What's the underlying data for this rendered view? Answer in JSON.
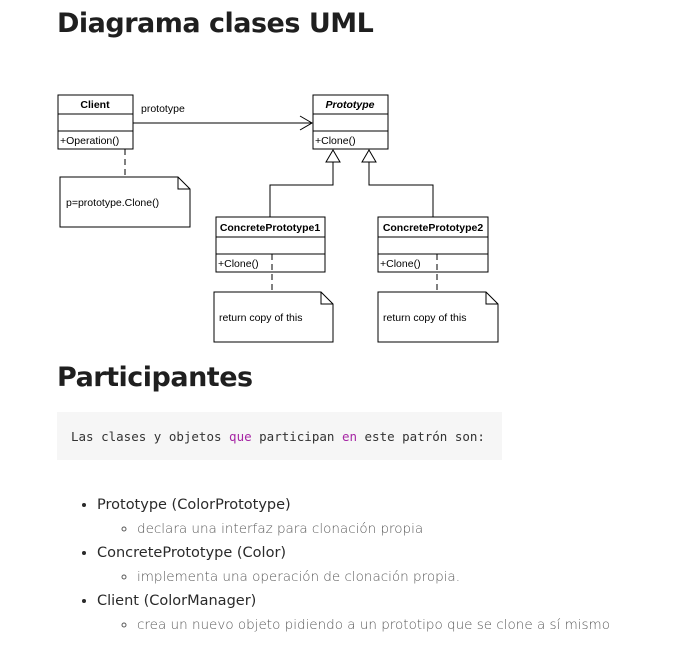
{
  "headings": {
    "diagram_title": "Diagrama clases UML",
    "participants_title": "Participantes"
  },
  "diagram": {
    "client": {
      "name": "Client",
      "method": "+Operation()"
    },
    "association_label": "prototype",
    "client_note": "p=prototype.Clone()",
    "prototype": {
      "name": "Prototype",
      "method": "+Clone()"
    },
    "concrete1": {
      "name": "ConcretePrototype1",
      "method": "+Clone()",
      "note": "return copy of this"
    },
    "concrete2": {
      "name": "ConcretePrototype2",
      "method": "+Clone()",
      "note": "return copy of this"
    }
  },
  "code_block": {
    "part1": "Las clases y objetos ",
    "kw1": "que",
    "part2": " participan ",
    "kw2": "en",
    "part3": " este patrón son:"
  },
  "participants": [
    {
      "label": "Prototype (ColorPrototype)",
      "desc": "declara una interfaz para clonación propia"
    },
    {
      "label": "ConcretePrototype (Color)",
      "desc": "implementa una operación de clonación propia."
    },
    {
      "label": "Client (ColorManager)",
      "desc": "crea un nuevo objeto pidiendo a un prototipo que se clone a sí mismo"
    }
  ],
  "colors": {
    "keyword": "#a626a4",
    "code_bg": "#f6f6f6"
  }
}
